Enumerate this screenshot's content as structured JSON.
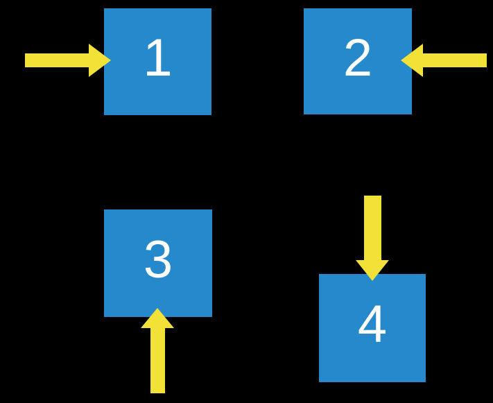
{
  "colors": {
    "background": "#000000",
    "square_blue": "#2589CB",
    "arrow_yellow": "#F2E136",
    "label_white": "#FFFFFF"
  },
  "squares": [
    {
      "label": "1",
      "position": "top-left",
      "arrow_pointing": "right",
      "arrow_from": "left-of-square"
    },
    {
      "label": "2",
      "position": "top-right",
      "arrow_pointing": "left",
      "arrow_from": "right-of-square"
    },
    {
      "label": "3",
      "position": "bottom-left",
      "arrow_pointing": "up",
      "arrow_from": "below-square"
    },
    {
      "label": "4",
      "position": "bottom-right",
      "arrow_pointing": "down",
      "arrow_from": "above-square"
    }
  ]
}
